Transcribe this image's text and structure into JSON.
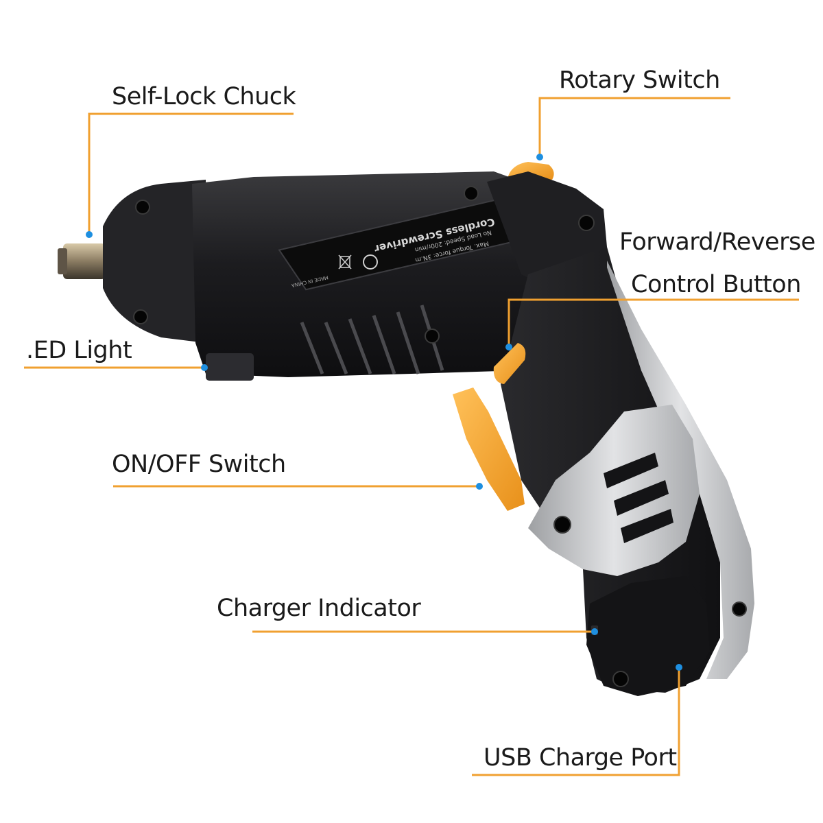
{
  "colors": {
    "leader_line": "#F0A030",
    "marker_dot": "#1E8FE0",
    "body_black": "#1b1b1d",
    "body_gray": "#b8b9bb",
    "accent_orange": "#F6A623",
    "label_plate": "#0c0c0c"
  },
  "callouts": {
    "self_lock_chuck": "Self-Lock Chuck",
    "rotary_switch": "Rotary Switch",
    "forward_reverse_line1": "Forward/Reverse",
    "forward_reverse_line2": "Control Button",
    "led_light": ".ED Light",
    "on_off_switch": "ON/OFF Switch",
    "charger_indicator": "Charger Indicator",
    "usb_charge_port": "USB Charge Port"
  },
  "product_plate": {
    "title": "Cordless Screwdriver",
    "spec_line1": "No Load Speed: 200r/min",
    "spec_line2": "Max. Torque force: 3N.m",
    "origin": "MADE IN CHINA"
  }
}
